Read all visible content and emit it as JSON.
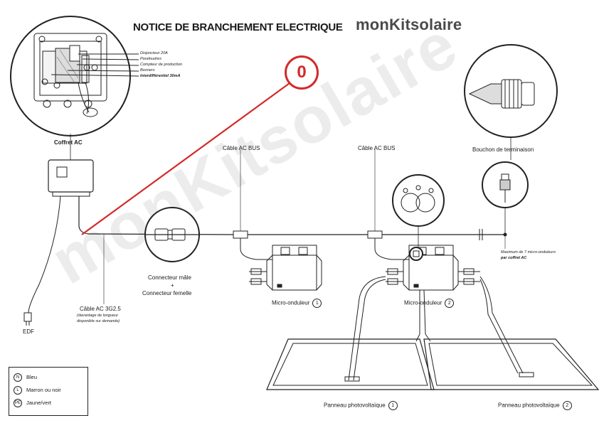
{
  "title": "NOTICE DE BRANCHEMENT ELECTRIQUE",
  "brand": "monKitsolaire",
  "watermark": "monKitsolaire",
  "marker": "0",
  "coffret": {
    "label": "Coffret AC",
    "parts": [
      "Disjoncteur 20A",
      "Parafoudres",
      "Compteur de production",
      "Borniers",
      "Interdifférentiel 30mA"
    ]
  },
  "edf_label": "EDF",
  "cable_3g": {
    "label": "Câble AC 3G2.5",
    "note1": "(davantage de longueur",
    "note2": "disponible sur demande)"
  },
  "connector": {
    "line1": "Connecteur mâle",
    "plus": "+",
    "line2": "Connecteur femelle"
  },
  "cable_bus": [
    "Câble AC BUS",
    "Câble AC BUS"
  ],
  "bouchon_label": "Bouchon de terminaison",
  "max_note": {
    "line1": "Maximum de 7 micro-onduleurs",
    "line2": "par coffret AC"
  },
  "micro": [
    {
      "label": "Micro-onduleur",
      "num": "1"
    },
    {
      "label": "Micro-onduleur",
      "num": "2"
    }
  ],
  "panels": [
    {
      "label": "Panneau photovoltaïque",
      "num": "1"
    },
    {
      "label": "Panneau photovoltaïque",
      "num": "2"
    }
  ],
  "legend": [
    {
      "symbol": "N",
      "label": "Bleu"
    },
    {
      "symbol": "L",
      "label": "Marron ou noir"
    },
    {
      "symbol": "PE",
      "label": "Jaune/vert"
    }
  ],
  "colors": {
    "red": "#d42a2a",
    "line": "#222222",
    "watermark": "#ececec"
  }
}
